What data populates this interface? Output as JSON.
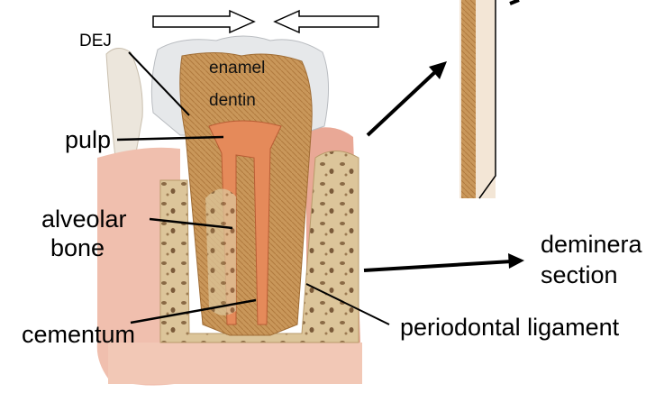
{
  "labels": {
    "dej": "DEJ",
    "enamel": "enamel",
    "dentin": "dentin",
    "pulp": "pulp",
    "alveolar": "alveolar",
    "bone": "bone",
    "cementum": "cementum",
    "periodontal_ligament": "periodontal ligament",
    "demineralized": "deminera",
    "section": "section"
  },
  "colors": {
    "gum": "#f0bfae",
    "gum_dark": "#d98b78",
    "bone": "#dcc59a",
    "bone_spots": "#8a6a45",
    "dentin": "#c9975a",
    "enamel": "#e6e8ea",
    "pulp": "#e58a5a",
    "arrow": "#000000"
  }
}
